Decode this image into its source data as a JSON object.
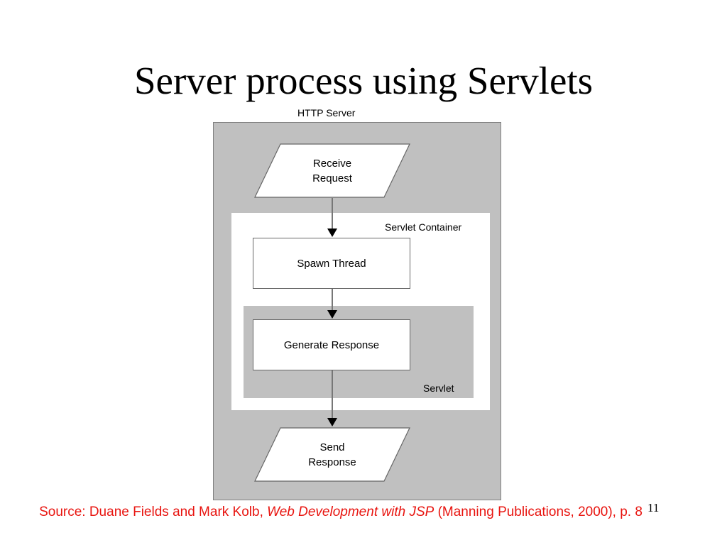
{
  "slide": {
    "title": "Server process using Servlets",
    "page_number": "11"
  },
  "diagram": {
    "type": "flowchart",
    "containers": [
      {
        "id": "http-server",
        "label": "HTTP Server",
        "fill": "#c0c0c0",
        "border": "#808080"
      },
      {
        "id": "servlet-container",
        "label": "Servlet Container",
        "fill": "#ffffff",
        "border": "none"
      },
      {
        "id": "servlet",
        "label": "Servlet",
        "fill": "#c0c0c0",
        "border": "none"
      }
    ],
    "nodes": [
      {
        "id": "receive-request",
        "shape": "parallelogram",
        "line1": "Receive",
        "line2": "Request"
      },
      {
        "id": "spawn-thread",
        "shape": "rectangle",
        "label": "Spawn Thread"
      },
      {
        "id": "generate-response",
        "shape": "rectangle",
        "label": "Generate Response"
      },
      {
        "id": "send-response",
        "shape": "parallelogram",
        "line1": "Send",
        "line2": "Response"
      }
    ],
    "edges": [
      {
        "from": "receive-request",
        "to": "spawn-thread"
      },
      {
        "from": "spawn-thread",
        "to": "generate-response"
      },
      {
        "from": "generate-response",
        "to": "send-response"
      }
    ]
  },
  "source": {
    "prefix": "Source: Duane Fields and Mark Kolb, ",
    "book_title": "Web Development with JSP",
    "suffix": " (Manning Publications, 2000), p. 8",
    "color": "#e8140f"
  }
}
